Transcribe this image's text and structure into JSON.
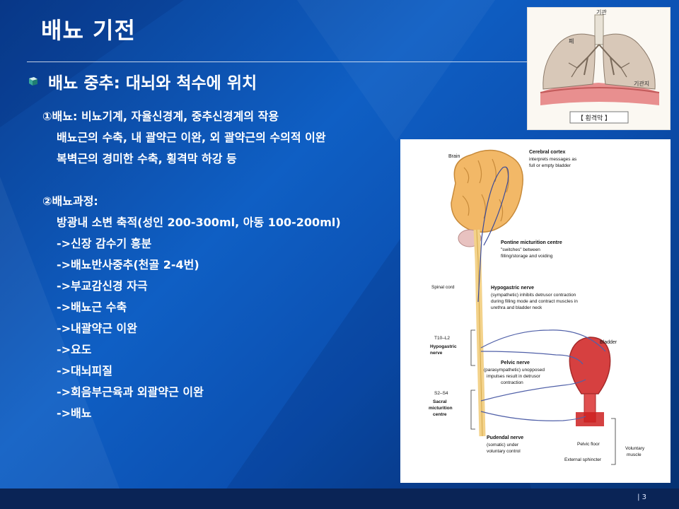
{
  "slide": {
    "title": "배뇨 기전",
    "bullet": "배뇨 중추: 대뇌와 척수에 위치",
    "page_number": "| 3",
    "lines": [
      "①배뇨: 비뇨기계, 자율신경계, 중추신경계의 작용",
      "배뇨근의 수축, 내 괄약근 이완, 외 괄약근의 수의적 이완",
      "복벽근의 경미한 수축, 횡격막 하강 등",
      "②배뇨과정:",
      "방광내 소변 축적(성인 200-300ml, 아동 100-200ml)",
      "->신장 감수기 흥분",
      "->배뇨반사중추(천골 2-4번)",
      "->부교감신경 자극",
      "->배뇨근 수축",
      "->내괄약근 이완",
      "->요도",
      "->대뇌피질",
      "->회음부근육과 외괄약근 이완",
      "->배뇨"
    ]
  },
  "lung_image": {
    "label_trachea": "기관",
    "label_lung": "폐",
    "label_bronchiole": "기관지",
    "label_diaphragm": "【 횡격막 】"
  },
  "micturition_diagram": {
    "brain": "Brain",
    "cortex_title": "Cerebral cortex",
    "cortex_desc": [
      "interprets messages as",
      "full or empty bladder"
    ],
    "pontine_title": "Pontine micturition centre",
    "pontine_desc": [
      "\"switches\" between",
      "filling/storage and voiding"
    ],
    "spinal_cord": "Spinal cord",
    "hypogastric_title": "Hypogastric nerve",
    "hypogastric_desc": [
      "(sympathetic) inhibits detrusor contraction",
      "during filling mode and contract muscles in",
      "urethra and bladder neck"
    ],
    "t10_l2": "T10–L2",
    "hypogastric_nerve_label": [
      "Hypogastric",
      "nerve"
    ],
    "bladder": "Bladder",
    "pelvic_title": "Pelvic nerve",
    "pelvic_desc": [
      "(parasympathetic) unopposed",
      "impulses result in detrusor",
      "contraction"
    ],
    "s2_s4": "S2–S4",
    "sacral_label": [
      "Sacral",
      "micturition",
      "centre"
    ],
    "pudendal_title": "Pudendal nerve",
    "pudendal_desc": [
      "(somatic) under",
      "voluntary control"
    ],
    "pelvic_floor": "Pelvic floor",
    "external_sphincter": "External sphincter",
    "voluntary_muscle": [
      "Voluntary",
      "muscle"
    ]
  }
}
